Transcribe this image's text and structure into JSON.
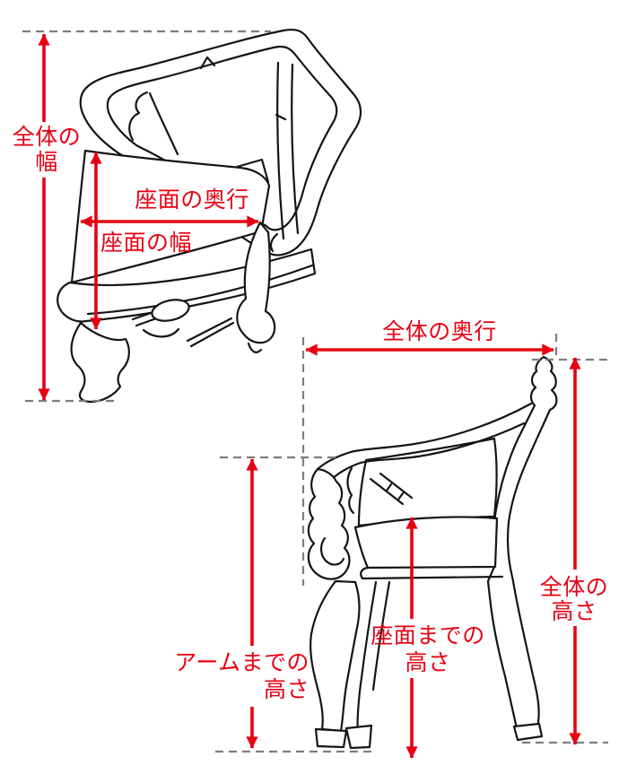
{
  "diagram_title": "chair-measurement-guide",
  "colors": {
    "annotation_red": "#e60012",
    "line_ink": "#141414",
    "dash_gray": "#7d7d7d",
    "paper": "#ffffff"
  },
  "labels": {
    "overall_width": [
      "全体の",
      "幅"
    ],
    "seat_depth": [
      "座面の奥行"
    ],
    "seat_width": [
      "座面の幅"
    ],
    "overall_depth": [
      "全体の奥行"
    ],
    "arm_height": [
      "アームまでの",
      "高さ"
    ],
    "seat_height": [
      "座面までの",
      "高さ"
    ],
    "overall_height": [
      "全体の",
      "高さ"
    ]
  }
}
